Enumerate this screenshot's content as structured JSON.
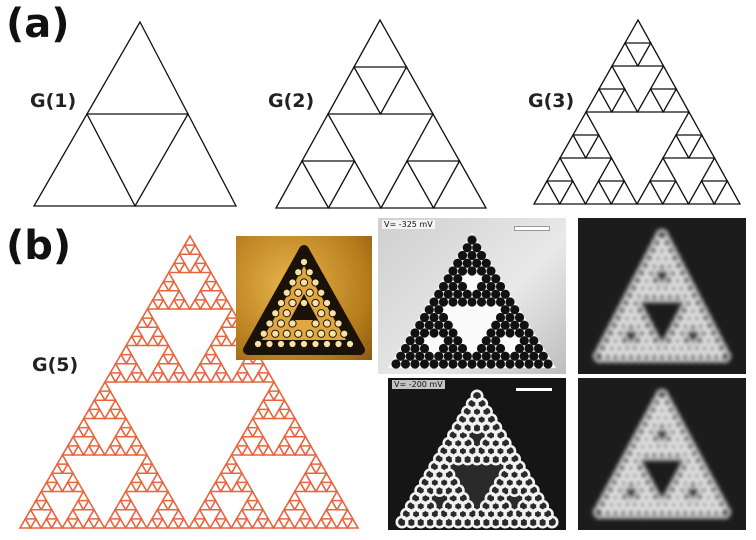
{
  "panel_a": {
    "letter": "(a)",
    "generations": [
      {
        "label": "G(1)",
        "level": 1
      },
      {
        "label": "G(2)",
        "level": 2
      },
      {
        "label": "G(3)",
        "level": 3
      }
    ]
  },
  "panel_b": {
    "letter": "(b)",
    "fractal_label": "G(5)",
    "fractal_level": 5,
    "fractal_color": "#e8643c",
    "stm_images": [
      {
        "voltage": "V= -325 mV"
      },
      {
        "voltage": "V= -200 mV"
      }
    ]
  }
}
